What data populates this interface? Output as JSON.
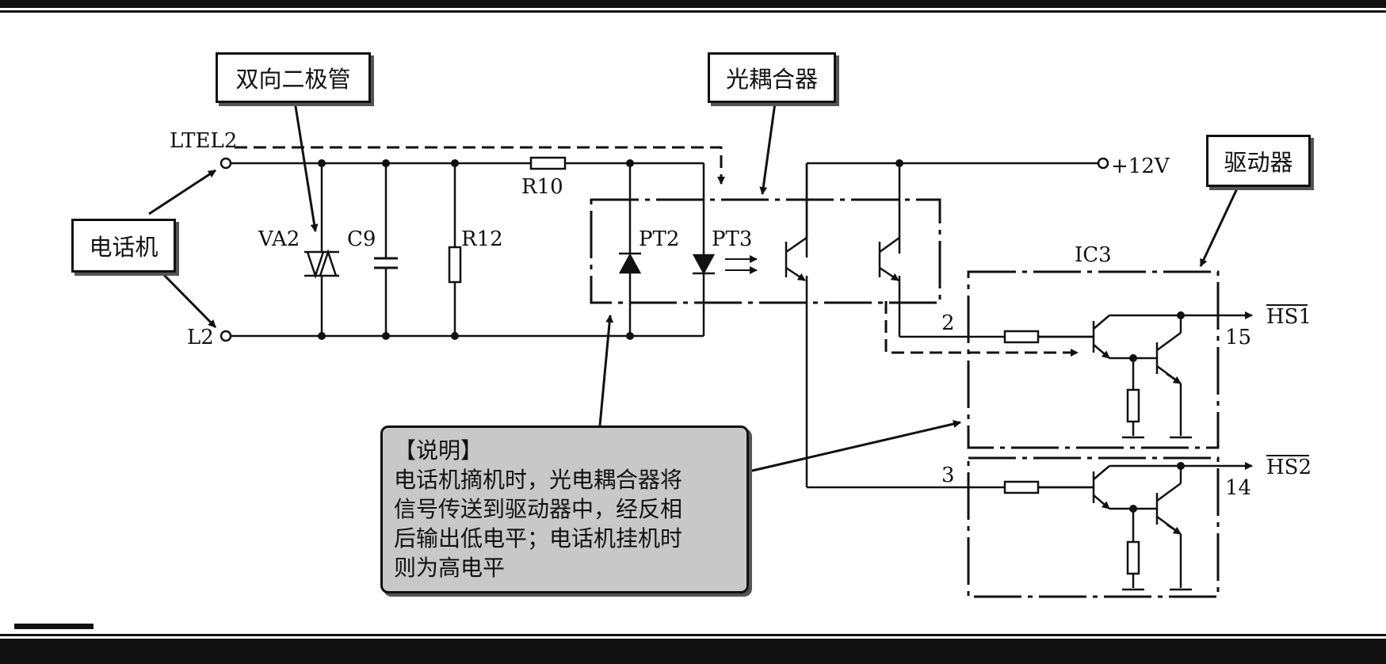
{
  "callouts": {
    "bidirectional_diode": "双向二极管",
    "optocoupler": "光耦合器",
    "driver": "驱动器",
    "telephone": "电话机"
  },
  "terminals": {
    "ltel2": "LTEL2",
    "l2": "L2",
    "supply": "+12V"
  },
  "components": {
    "va2": "VA2",
    "c9": "C9",
    "r12": "R12",
    "r10": "R10",
    "pt2": "PT2",
    "pt3": "PT3",
    "ic3": "IC3"
  },
  "pins": {
    "pin2": "2",
    "pin3": "3",
    "pin15": "15",
    "pin14": "14"
  },
  "outputs": {
    "hs1": "HS1",
    "hs2": "HS2"
  },
  "note": {
    "title": "【说明】",
    "lines": [
      "电话机摘机时，光电耦合器将",
      "信号传送到驱动器中，经反相",
      "后输出低电平；电话机挂机时",
      "则为高电平"
    ]
  },
  "colors": {
    "line": "#111111",
    "note_bg": "#c8c8c8"
  }
}
